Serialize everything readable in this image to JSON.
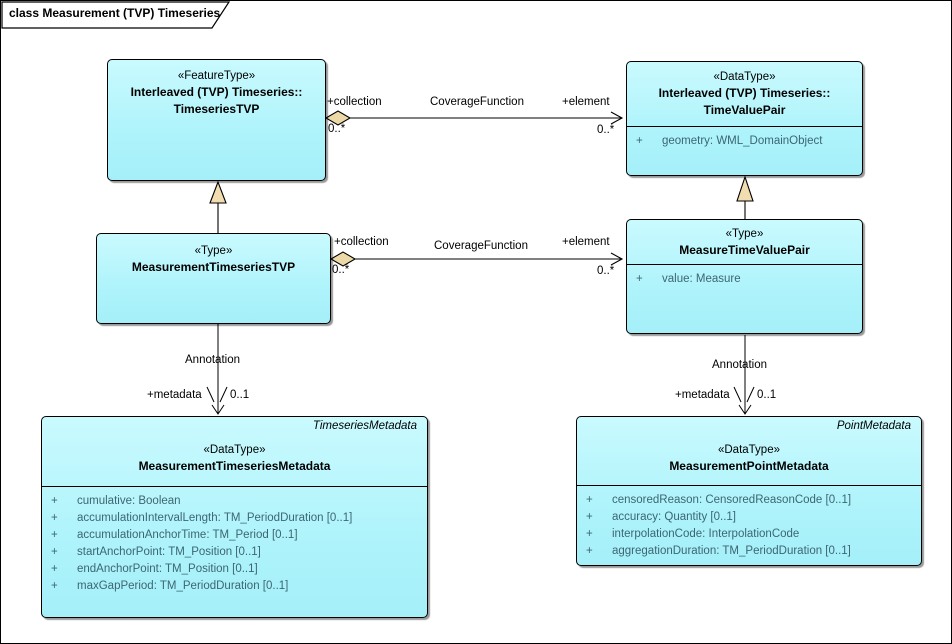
{
  "frame": {
    "title": "class Measurement (TVP) Timeseries"
  },
  "colors": {
    "class_fill": "#B2F5FC",
    "aggregation_diamond_fill": "#EDD9A8",
    "generalization_triangle_fill": "#F2DDB0",
    "attribute_text": "#3C6672",
    "line": "#000000"
  },
  "classes": {
    "timeseries_tvp": {
      "stereotype": "«FeatureType»",
      "name1": "Interleaved (TVP) Timeseries::",
      "name2": "TimeseriesTVP"
    },
    "time_value_pair": {
      "stereotype": "«DataType»",
      "name1": "Interleaved (TVP) Timeseries::",
      "name2": "TimeValuePair",
      "attributes": [
        {
          "vis": "+",
          "text": "geometry: WML_DomainObject"
        }
      ]
    },
    "measurement_timeseries_tvp": {
      "stereotype": "«Type»",
      "name": "MeasurementTimeseriesTVP"
    },
    "measure_time_value_pair": {
      "stereotype": "«Type»",
      "name": "MeasureTimeValuePair",
      "attributes": [
        {
          "vis": "+",
          "text": "value: Measure"
        }
      ]
    },
    "measurement_timeseries_metadata": {
      "secondary_label": "TimeseriesMetadata",
      "stereotype": "«DataType»",
      "name": "MeasurementTimeseriesMetadata",
      "attributes": [
        {
          "vis": "+",
          "text": "cumulative: Boolean"
        },
        {
          "vis": "+",
          "text": "accumulationIntervalLength: TM_PeriodDuration [0..1]"
        },
        {
          "vis": "+",
          "text": "accumulationAnchorTime: TM_Period [0..1]"
        },
        {
          "vis": "+",
          "text": "startAnchorPoint: TM_Position [0..1]"
        },
        {
          "vis": "+",
          "text": "endAnchorPoint: TM_Position [0..1]"
        },
        {
          "vis": "+",
          "text": "maxGapPeriod: TM_PeriodDuration [0..1]"
        }
      ]
    },
    "measurement_point_metadata": {
      "secondary_label": "PointMetadata",
      "stereotype": "«DataType»",
      "name": "MeasurementPointMetadata",
      "attributes": [
        {
          "vis": "+",
          "text": "censoredReason: CensoredReasonCode [0..1]"
        },
        {
          "vis": "+",
          "text": "accuracy: Quantity [0..1]"
        },
        {
          "vis": "+",
          "text": "interpolationCode: InterpolationCode"
        },
        {
          "vis": "+",
          "text": "aggregationDuration: TM_PeriodDuration [0..1]"
        }
      ]
    }
  },
  "connectors": {
    "assoc_top": {
      "name": "CoverageFunction",
      "source_role": "+collection",
      "source_mult": "0..*",
      "target_role": "+element",
      "target_mult": "0..*"
    },
    "assoc_mid": {
      "name": "CoverageFunction",
      "source_role": "+collection",
      "source_mult": "0..*",
      "target_role": "+element",
      "target_mult": "0..*"
    },
    "dep_left": {
      "name": "Annotation",
      "target_role": "+metadata",
      "target_mult": "0..1"
    },
    "dep_right": {
      "name": "Annotation",
      "target_role": "+metadata",
      "target_mult": "0..1"
    }
  }
}
